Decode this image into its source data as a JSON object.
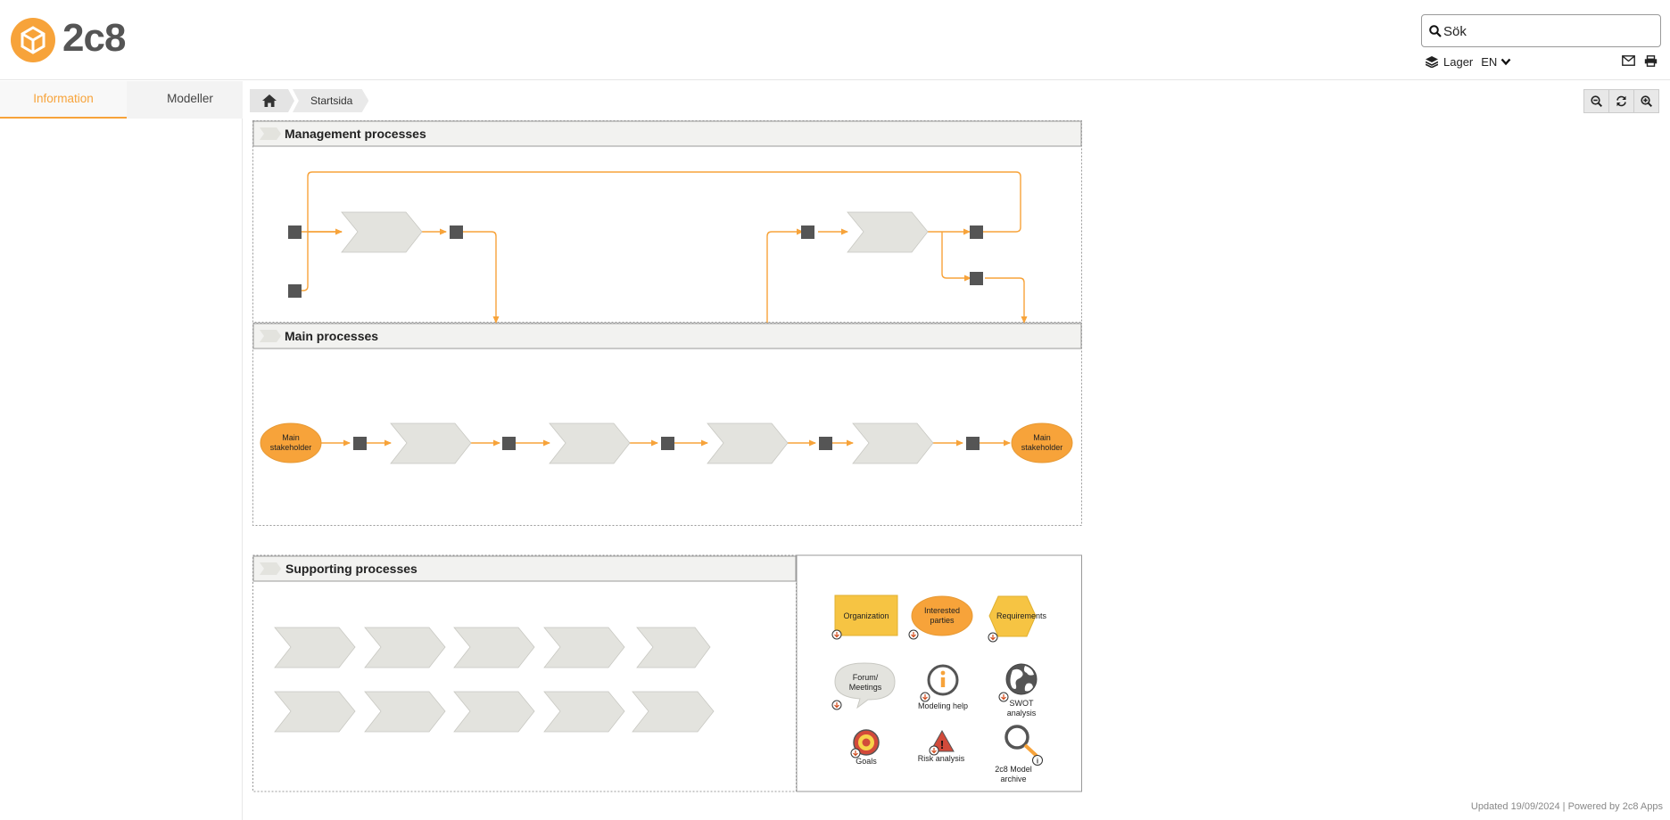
{
  "app": {
    "logo_text": "2c8",
    "brand_color": "#f7a33a",
    "accent_dark": "#555555"
  },
  "search": {
    "placeholder": "Sök",
    "icon": "search-icon"
  },
  "header": {
    "layer_label": "Lager",
    "language": "EN",
    "icons": [
      "layers-icon",
      "chevron-down-icon",
      "mail-icon",
      "print-icon"
    ]
  },
  "sidebar": {
    "tabs": [
      {
        "label": "Information",
        "active": true
      },
      {
        "label": "Modeller",
        "active": false
      }
    ]
  },
  "breadcrumb": {
    "home_icon": "home-icon",
    "items": [
      "Startsida"
    ]
  },
  "zoom": {
    "icons": [
      "zoom-out-icon",
      "refresh-icon",
      "zoom-in-icon"
    ]
  },
  "diagram": {
    "lanes": {
      "management": "Management processes",
      "main": "Main processes",
      "supporting": "Supporting processes"
    },
    "main_stakeholder_left": "Main stakeholder",
    "main_stakeholder_right": "Main stakeholder",
    "legend": {
      "organization": "Organization",
      "interested_parties": "Interested parties",
      "requirements": "Requirements",
      "forum_meetings": "Forum/ Meetings",
      "modeling_help": "Modeling help",
      "swot_analysis": "SWOT analysis",
      "goals": "Goals",
      "risk_analysis": "Risk analysis",
      "model_archive": "2c8 Model archive"
    },
    "colors": {
      "connector": "#f7a33a",
      "event": "#555555",
      "process": "#e3e3de",
      "stakeholder": "#f7a33a",
      "organization": "#f6c443",
      "requirements": "#f6c443"
    }
  },
  "footer": {
    "text": "Updated 19/09/2024 | Powered by 2c8 Apps"
  }
}
